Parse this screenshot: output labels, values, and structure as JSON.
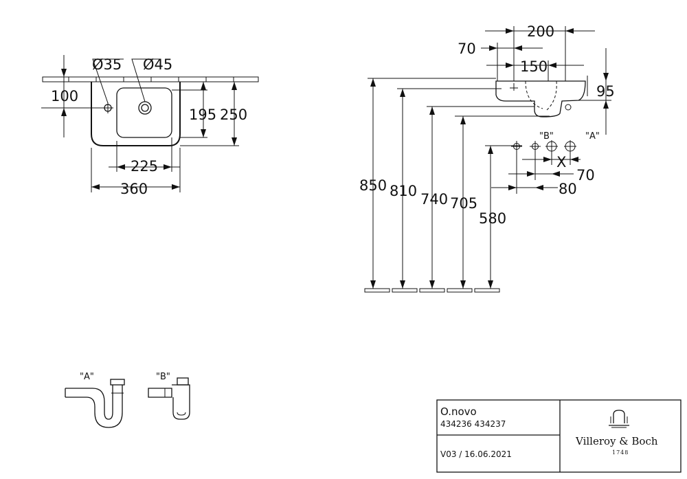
{
  "plan_view": {
    "hole_small_label": "Ø35",
    "hole_large_label": "Ø45",
    "dim_100": "100",
    "dim_195": "195",
    "dim_250": "250",
    "dim_225": "225",
    "dim_360": "360"
  },
  "side_view": {
    "dim_200": "200",
    "dim_70_top": "70",
    "dim_150": "150",
    "dim_95": "95",
    "dim_850": "850",
    "dim_810": "810",
    "dim_740": "740",
    "dim_705": "705",
    "dim_580": "580",
    "label_b": "\"B\"",
    "label_a": "\"A\"",
    "label_x": "X",
    "dim_70_bottom": "70",
    "dim_80": "80"
  },
  "siphons": {
    "label_a": "\"A\"",
    "label_b": "\"B\""
  },
  "title_block": {
    "product": "O.novo",
    "articles": "434236 434237",
    "version": "V03 / 16.06.2021",
    "brand": "Villeroy & Boch",
    "year": "1748"
  }
}
